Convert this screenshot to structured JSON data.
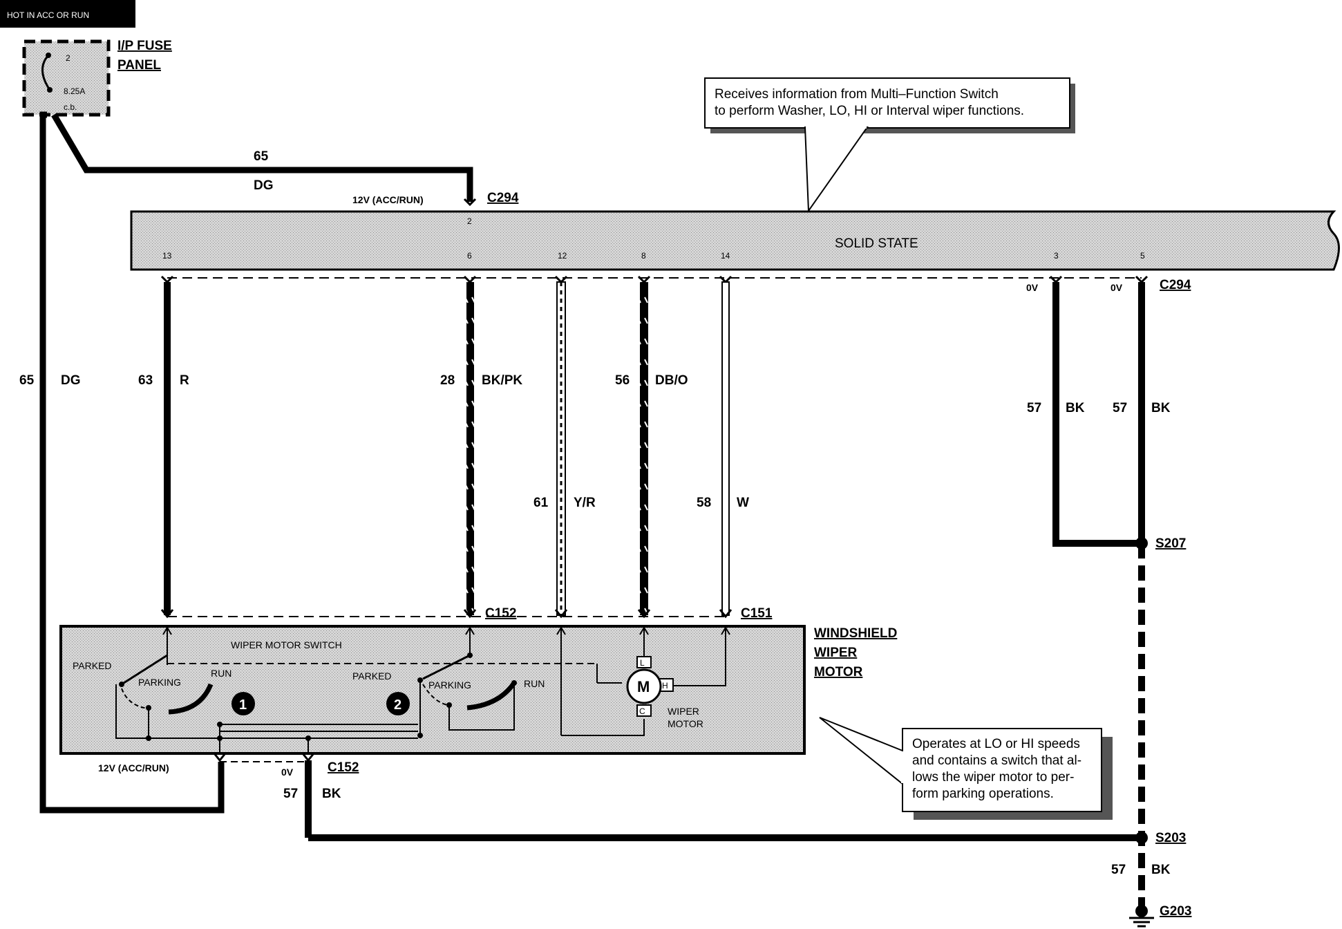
{
  "header_tag": "HOT IN ACC OR RUN",
  "fuse_panel": {
    "title_line1": "I/P FUSE",
    "title_line2": "PANEL",
    "fuse_number": "2",
    "rating": "8.25A",
    "type": "c.b."
  },
  "callout_top": {
    "line1": "Receives information from Multi–Function Switch",
    "line2": "to perform Washer, LO, HI or Interval wiper functions."
  },
  "callout_bottom": {
    "line1": "Operates at LO or HI speeds",
    "line2": "and contains a switch that al-",
    "line3": "lows the wiper motor to per-",
    "line4": "form parking operations."
  },
  "module": {
    "label": "SOLID STATE",
    "pin_top": "2",
    "pins": [
      "13",
      "6",
      "12",
      "8",
      "14",
      "3",
      "5"
    ]
  },
  "connectors": {
    "c294": "C294",
    "c294_low": "C294",
    "c152": "C152",
    "c151": "C151",
    "c152_low": "C152",
    "s207": "S207",
    "s203": "S203",
    "g203": "G203"
  },
  "voltages": {
    "v12_top": "12V (ACC/RUN)",
    "v12_bottom": "12V (ACC/RUN)",
    "ov_pin3": "0V",
    "ov_pin5": "0V",
    "ov_c152": "0V"
  },
  "wires": {
    "w65_top": {
      "num": "65",
      "color": "DG"
    },
    "w65_left": {
      "num": "65",
      "color": "DG"
    },
    "w63": {
      "num": "63",
      "color": "R"
    },
    "w28": {
      "num": "28",
      "color": "BK/PK"
    },
    "w61": {
      "num": "61",
      "color": "Y/R"
    },
    "w56": {
      "num": "56",
      "color": "DB/O"
    },
    "w58": {
      "num": "58",
      "color": "W"
    },
    "w57_a": {
      "num": "57",
      "color": "BK"
    },
    "w57_b": {
      "num": "57",
      "color": "BK"
    },
    "w57_c": {
      "num": "57",
      "color": "BK"
    },
    "w57_d": {
      "num": "57",
      "color": "BK"
    }
  },
  "wiper_motor": {
    "title_line1": "WINDSHIELD",
    "title_line2": "WIPER",
    "title_line3": "MOTOR",
    "switch_label": "WIPER MOTOR SWITCH",
    "parked_1": "PARKED",
    "parking_1": "PARKING",
    "run_1": "RUN",
    "parked_2": "PARKED",
    "parking_2": "PARKING",
    "run_2": "RUN",
    "badge_1": "1",
    "badge_2": "2",
    "motor_symbol": "M",
    "terminal_l": "L",
    "terminal_h": "H",
    "terminal_c": "C",
    "motor_label_line1": "WIPER",
    "motor_label_line2": "MOTOR"
  }
}
